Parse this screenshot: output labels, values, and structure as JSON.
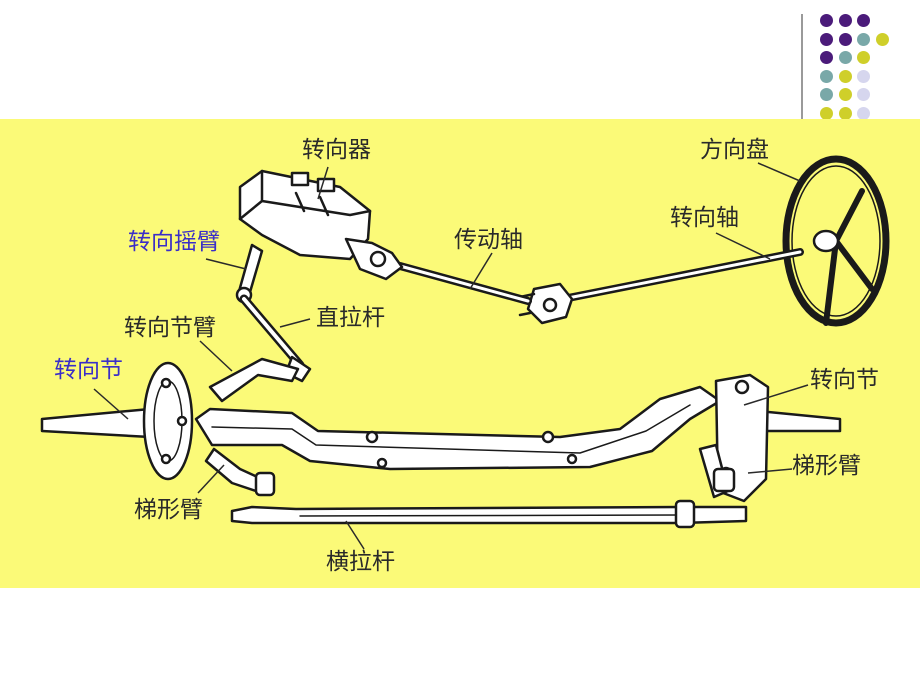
{
  "decor": {
    "dot_colors": {
      "purple": "#4b1b7a",
      "teal": "#79a8a8",
      "olive": "#cfcf2a",
      "lavender": "#d6d6ee"
    },
    "dot_rows": [
      [
        "purple",
        "purple",
        "purple"
      ],
      [
        "purple",
        "purple",
        "teal",
        "olive"
      ],
      [
        "purple",
        "teal",
        "olive"
      ],
      [
        "teal",
        "olive",
        "lavender"
      ],
      [
        "teal",
        "olive",
        "lavender"
      ],
      [
        "olive",
        "olive",
        "lavender"
      ]
    ]
  },
  "figure": {
    "background": "#fbfa78",
    "labels": {
      "steering_gear": "转向器",
      "steering_wheel": "方向盘",
      "pitman_arm": "转向摇臂",
      "transmission_shaft": "传动轴",
      "steering_shaft": "转向轴",
      "drag_link": "直拉杆",
      "knuckle_arm": "转向节臂",
      "steering_knuckle_left": "转向节",
      "steering_knuckle_right": "转向节",
      "trapezoid_arm_right": "梯形臂",
      "trapezoid_arm_left": "梯形臂",
      "tie_rod": "横拉杆"
    }
  }
}
